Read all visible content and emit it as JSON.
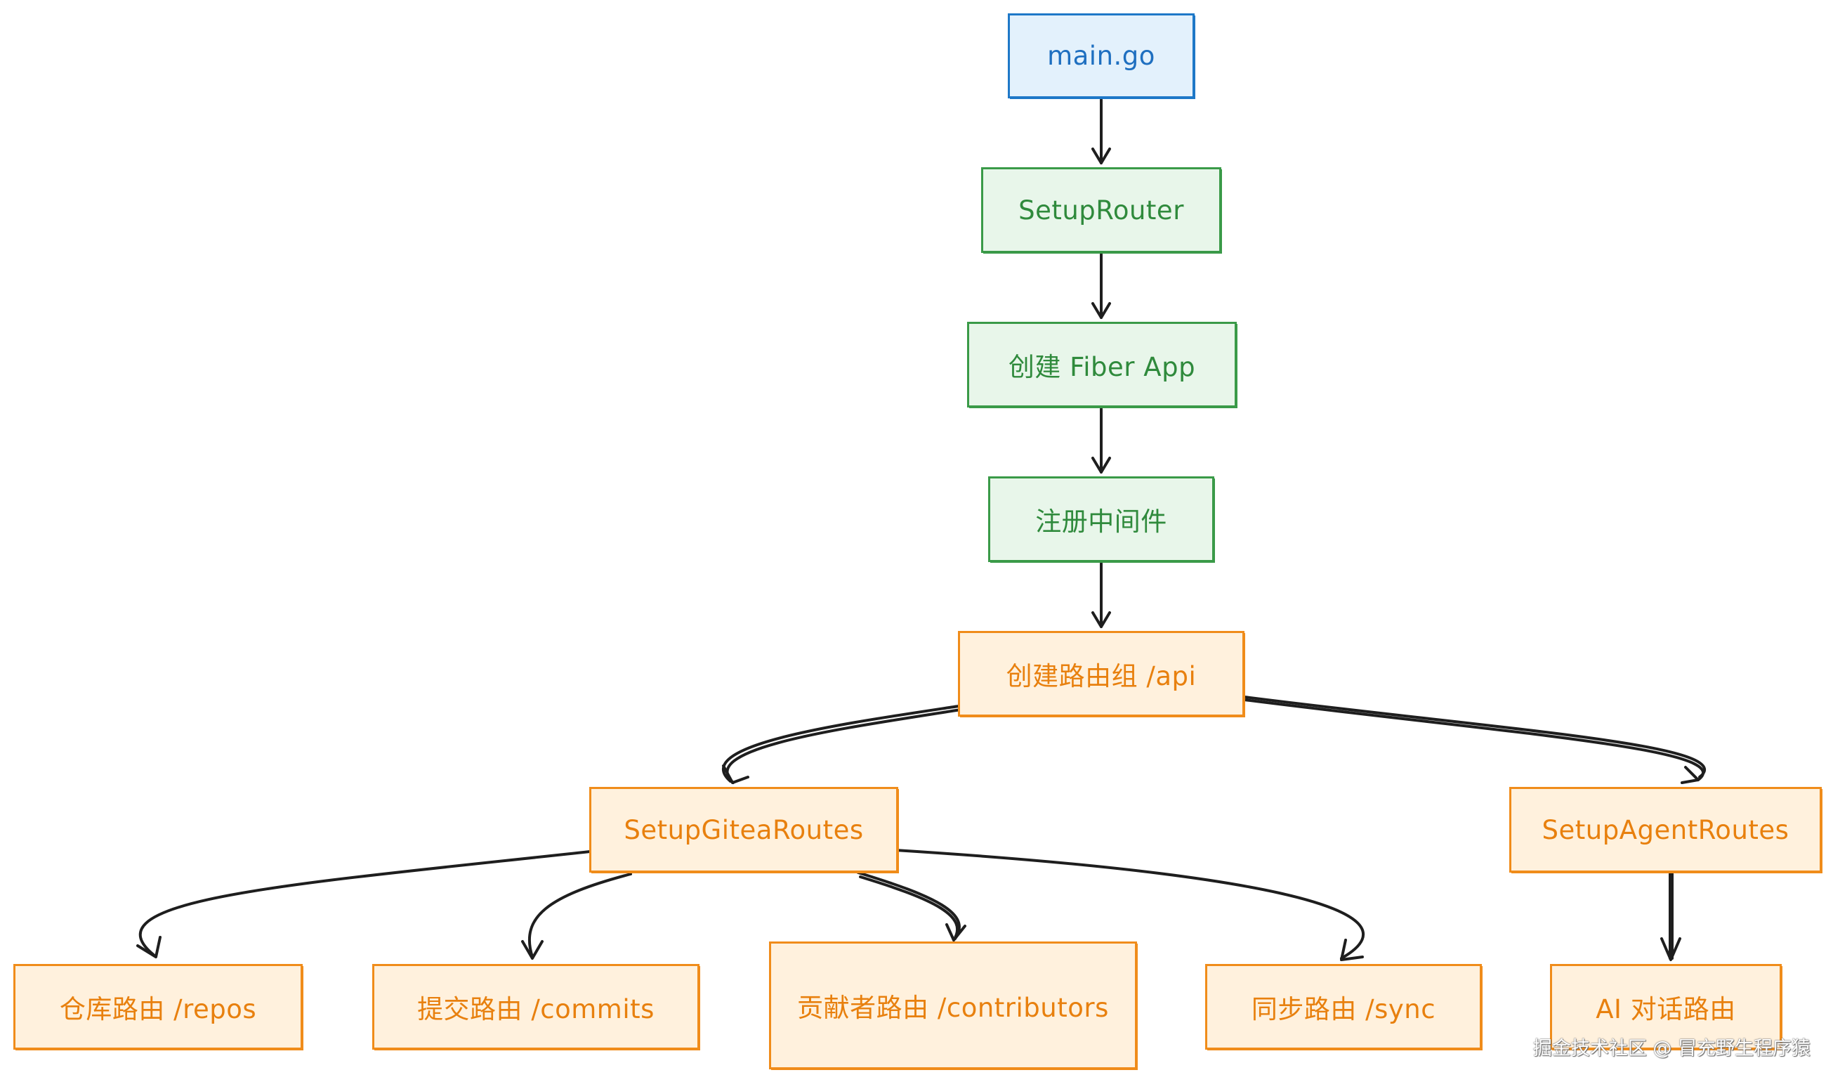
{
  "nodes": {
    "main": {
      "label": "main.go",
      "color": "blue"
    },
    "setup_router": {
      "label": "SetupRouter",
      "color": "green"
    },
    "create_app": {
      "label": "创建 Fiber App",
      "color": "green"
    },
    "middleware": {
      "label": "注册中间件",
      "color": "green"
    },
    "api_group": {
      "label": "创建路由组 /api",
      "color": "orange"
    },
    "gitea_routes": {
      "label": "SetupGiteaRoutes",
      "color": "orange"
    },
    "agent_routes": {
      "label": "SetupAgentRoutes",
      "color": "orange"
    },
    "repos": {
      "label": "仓库路由 /repos",
      "color": "orange"
    },
    "commits": {
      "label": "提交路由 /commits",
      "color": "orange"
    },
    "contributors": {
      "label": "贡献者路由 /contributors",
      "color": "orange"
    },
    "sync": {
      "label": "同步路由 /sync",
      "color": "orange"
    },
    "ai_chat": {
      "label": "AI 对话路由",
      "color": "orange"
    }
  },
  "edges": [
    {
      "from": "main.go",
      "to": "SetupRouter"
    },
    {
      "from": "SetupRouter",
      "to": "创建 Fiber App"
    },
    {
      "from": "创建 Fiber App",
      "to": "注册中间件"
    },
    {
      "from": "注册中间件",
      "to": "创建路由组 /api"
    },
    {
      "from": "创建路由组 /api",
      "to": "SetupGiteaRoutes"
    },
    {
      "from": "创建路由组 /api",
      "to": "SetupAgentRoutes"
    },
    {
      "from": "SetupGiteaRoutes",
      "to": "仓库路由 /repos"
    },
    {
      "from": "SetupGiteaRoutes",
      "to": "提交路由 /commits"
    },
    {
      "from": "SetupGiteaRoutes",
      "to": "贡献者路由 /contributors"
    },
    {
      "from": "SetupGiteaRoutes",
      "to": "同步路由 /sync"
    },
    {
      "from": "SetupAgentRoutes",
      "to": "AI 对话路由"
    }
  ],
  "colors": {
    "blue_fill": "#e3f1fc",
    "blue_stroke": "#1e78c8",
    "green_fill": "#e8f6ea",
    "green_stroke": "#3a9a48",
    "orange_fill": "#fff1dd",
    "orange_stroke": "#f08c1a",
    "arrow": "#1e1e1e"
  },
  "watermark": "掘金技术社区 @ 冒充野生程序猿"
}
